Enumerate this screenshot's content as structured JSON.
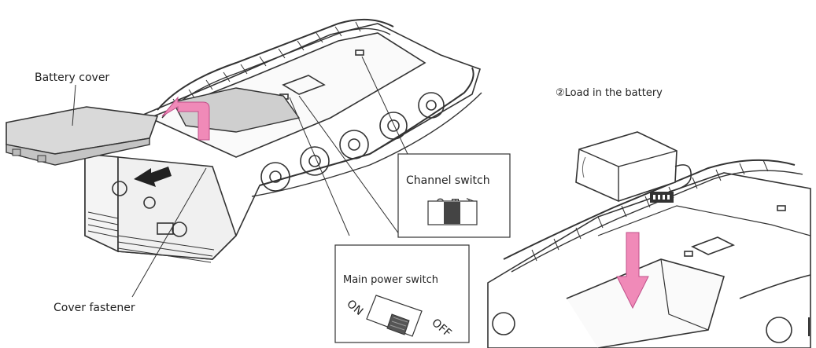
{
  "labels": {
    "battery_cover": "Battery cover",
    "cover_fastener": "Cover fastener",
    "step_two": "②Load in the battery",
    "channel_switch": "Channel switch",
    "main_power_switch": "Main power switch",
    "on": "ON",
    "off": "OFF"
  },
  "channel_letters": [
    "C",
    "B",
    "A"
  ],
  "colors": {
    "arrow_pink": "#f08ab8",
    "line": "#333333",
    "cover_fill": "#d9d9d9",
    "switch_dark": "#444444"
  },
  "icons": {
    "push_arrow": "arrow-left-icon",
    "lift_arrow": "arrow-up-curve-icon",
    "insert_arrow": "arrow-down-icon"
  }
}
